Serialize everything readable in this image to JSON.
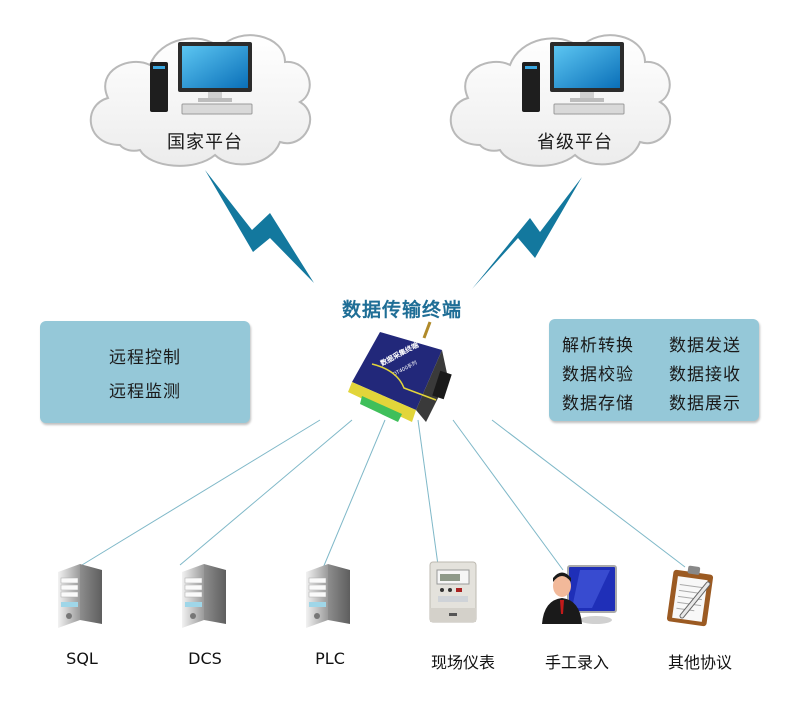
{
  "title": "数据传输终端",
  "colors": {
    "accent": "#1f6e96",
    "lightning": "#13789e",
    "info_box": "#95c8d8",
    "connector_line": "#7fb8c8",
    "cloud_fill": "#f4f4f4",
    "cloud_stroke": "#b9b9b9"
  },
  "platforms": [
    {
      "label": "国家平台",
      "icon": "desktop-computer-icon"
    },
    {
      "label": "省级平台",
      "icon": "desktop-computer-icon"
    }
  ],
  "device": {
    "icon": "data-terminal-device-icon",
    "front_text": "数据采集终端",
    "model_text": "DT400系列"
  },
  "left_box": {
    "lines": [
      "远程控制",
      "远程监测"
    ]
  },
  "right_box": {
    "items": [
      "解析转换",
      "数据发送",
      "数据校验",
      "数据接收",
      "数据存储",
      "数据展示"
    ]
  },
  "nodes": [
    {
      "label": "SQL",
      "icon": "server-icon"
    },
    {
      "label": "DCS",
      "icon": "server-icon"
    },
    {
      "label": "PLC",
      "icon": "server-icon"
    },
    {
      "label": "现场仪表",
      "icon": "electric-meter-icon"
    },
    {
      "label": "手工录入",
      "icon": "operator-computer-icon"
    },
    {
      "label": "其他协议",
      "icon": "clipboard-icon"
    }
  ]
}
